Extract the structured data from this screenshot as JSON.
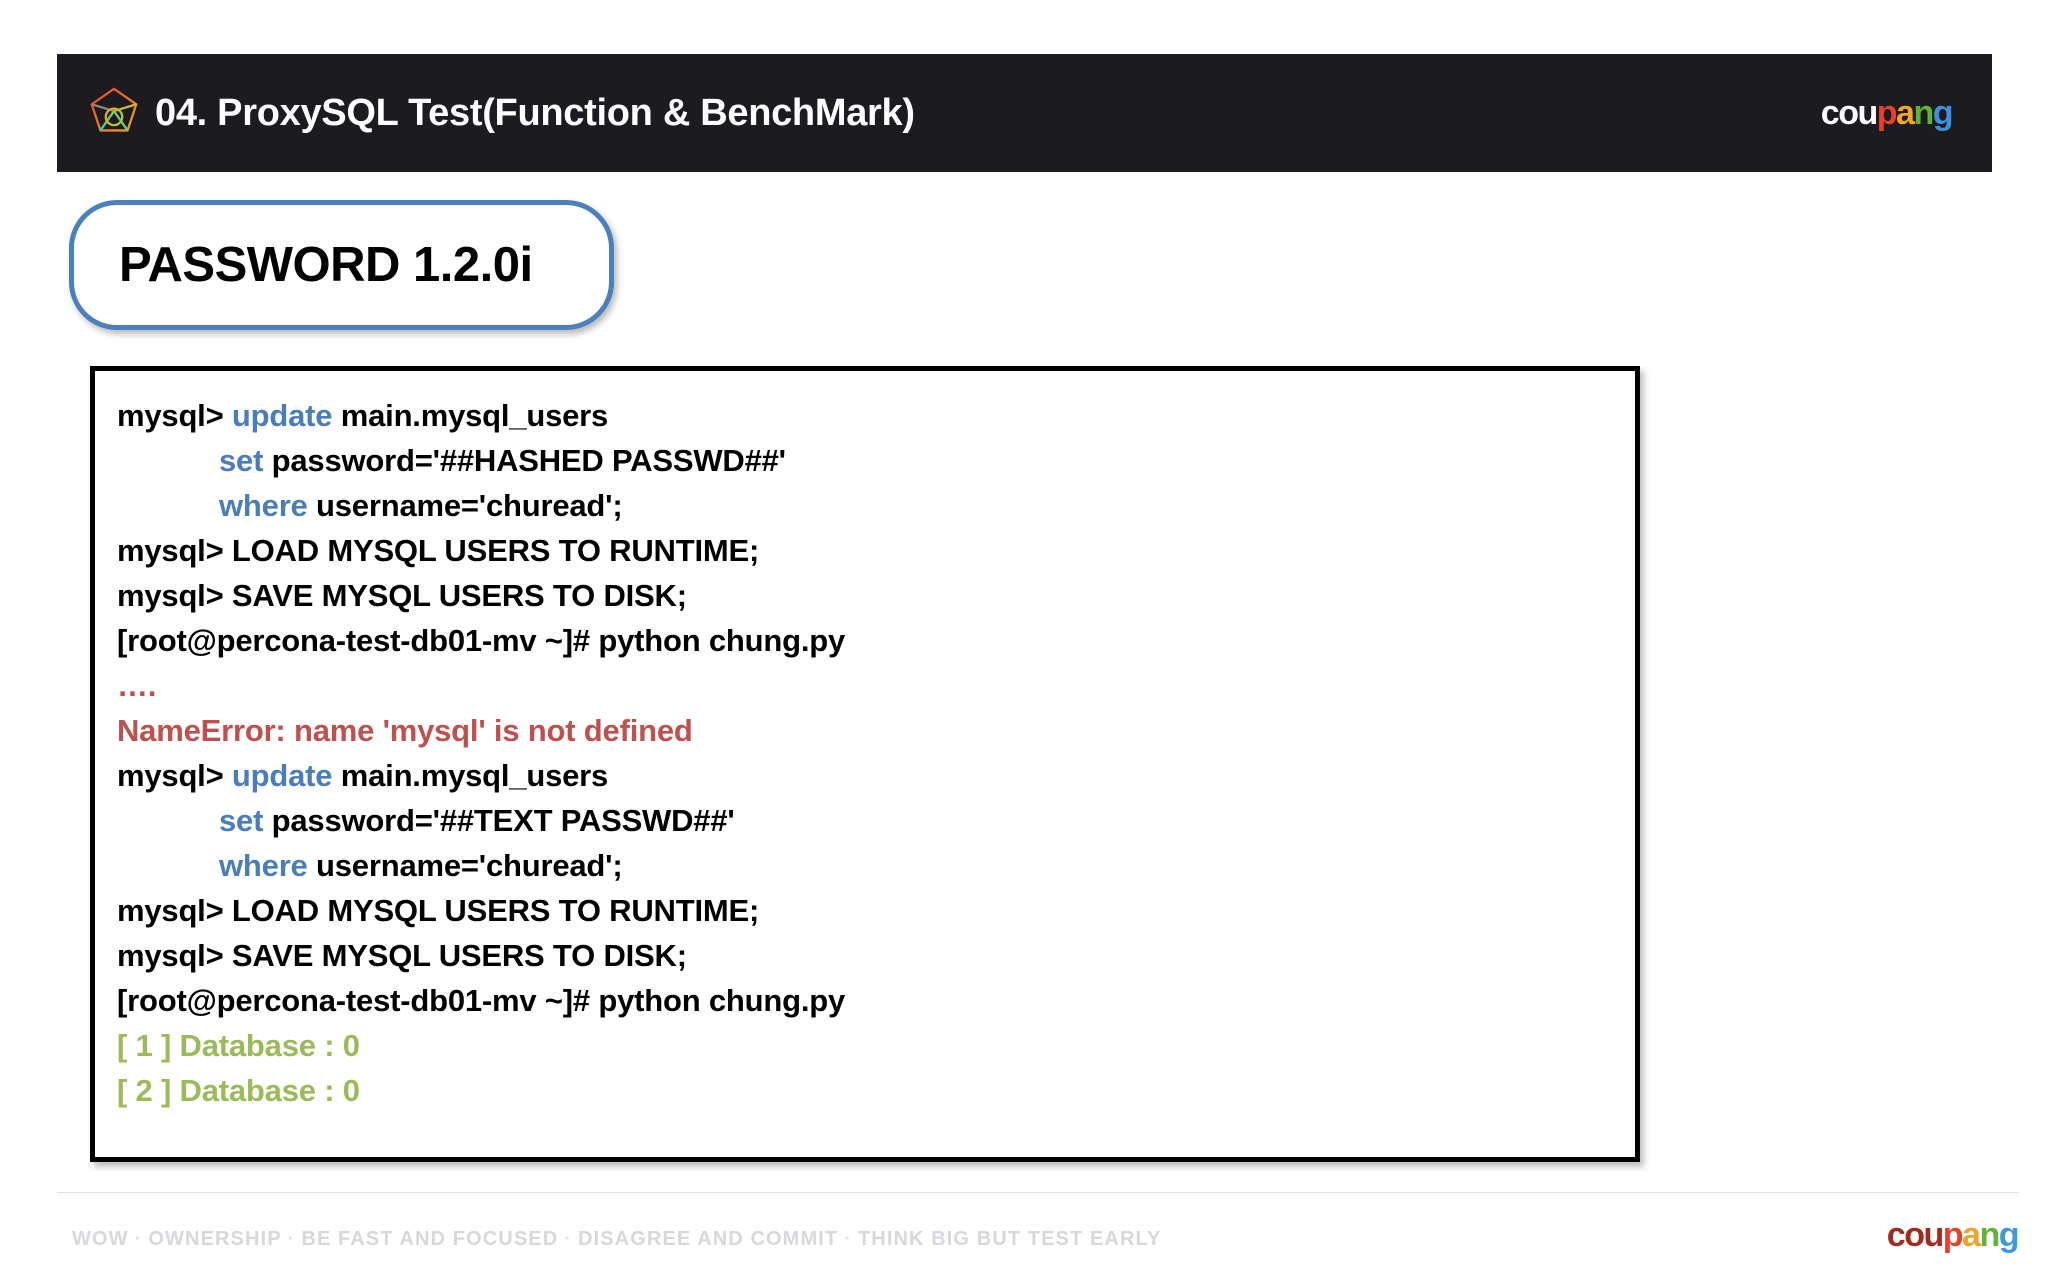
{
  "header": {
    "logo_icon": "pentagon-gradient-logo",
    "title": "04. ProxySQL Test(Function & BenchMark)",
    "bar_color": "#1b1b20",
    "brand": {
      "name": "coupang",
      "parts": [
        {
          "text": "cou",
          "color": "#ffffff"
        },
        {
          "text": "p",
          "color": "#e8402a"
        },
        {
          "text": "a",
          "color": "#f5a623"
        },
        {
          "text": "n",
          "color": "#5fb336"
        },
        {
          "text": "g",
          "color": "#3d8fe0"
        }
      ]
    }
  },
  "title_pill": {
    "text": "PASSWORD 1.2.0i",
    "border_color": "#4a80bd"
  },
  "code_block": {
    "keyword_color": "#4a7ebb",
    "error_color": "#c0504d",
    "success_color": "#9bbb59",
    "lines": [
      {
        "indent": false,
        "style": "normal",
        "segments": [
          {
            "t": "mysql> ",
            "c": "plain"
          },
          {
            "t": "update",
            "c": "kw"
          },
          {
            "t": " main.mysql_users",
            "c": "plain"
          }
        ]
      },
      {
        "indent": true,
        "style": "normal",
        "segments": [
          {
            "t": "set",
            "c": "kw"
          },
          {
            "t": " password='##HASHED PASSWD##'",
            "c": "plain"
          }
        ]
      },
      {
        "indent": true,
        "style": "normal",
        "segments": [
          {
            "t": "where",
            "c": "kw"
          },
          {
            "t": " username='churead';",
            "c": "plain"
          }
        ]
      },
      {
        "indent": false,
        "style": "normal",
        "segments": [
          {
            "t": "mysql> LOAD MYSQL USERS TO RUNTIME;",
            "c": "plain"
          }
        ]
      },
      {
        "indent": false,
        "style": "normal",
        "segments": [
          {
            "t": "mysql> SAVE MYSQL USERS TO DISK;",
            "c": "plain"
          }
        ]
      },
      {
        "indent": false,
        "style": "normal",
        "segments": [
          {
            "t": "[root@percona-test-db01-mv ~]# python chung.py",
            "c": "plain"
          }
        ]
      },
      {
        "indent": false,
        "style": "error",
        "segments": [
          {
            "t": "….",
            "c": "plain"
          }
        ]
      },
      {
        "indent": false,
        "style": "error",
        "segments": [
          {
            "t": "NameError: name 'mysql' is not defined",
            "c": "plain"
          }
        ]
      },
      {
        "indent": false,
        "style": "normal",
        "segments": [
          {
            "t": "mysql> ",
            "c": "plain"
          },
          {
            "t": "update",
            "c": "kw"
          },
          {
            "t": " main.mysql_users",
            "c": "plain"
          }
        ]
      },
      {
        "indent": true,
        "style": "normal",
        "segments": [
          {
            "t": "set",
            "c": "kw"
          },
          {
            "t": " password='##TEXT PASSWD##'",
            "c": "plain"
          }
        ]
      },
      {
        "indent": true,
        "style": "normal",
        "segments": [
          {
            "t": "where",
            "c": "kw"
          },
          {
            "t": " username='churead';",
            "c": "plain"
          }
        ]
      },
      {
        "indent": false,
        "style": "normal",
        "segments": [
          {
            "t": "mysql> LOAD MYSQL USERS TO RUNTIME;",
            "c": "plain"
          }
        ]
      },
      {
        "indent": false,
        "style": "normal",
        "segments": [
          {
            "t": "mysql> SAVE MYSQL USERS TO DISK;",
            "c": "plain"
          }
        ]
      },
      {
        "indent": false,
        "style": "normal",
        "segments": [
          {
            "t": "[root@percona-test-db01-mv ~]# python chung.py",
            "c": "plain"
          }
        ]
      },
      {
        "indent": false,
        "style": "success",
        "segments": [
          {
            "t": "[ 1 ] Database : 0",
            "c": "plain"
          }
        ]
      },
      {
        "indent": false,
        "style": "success",
        "segments": [
          {
            "t": "[ 2 ] Database : 0",
            "c": "plain"
          }
        ]
      }
    ]
  },
  "footer": {
    "values": [
      "WOW",
      "OWNERSHIP",
      "BE FAST AND FOCUSED",
      "DISAGREE AND COMMIT",
      "THINK BIG BUT TEST EARLY"
    ],
    "separator": "·",
    "brand": {
      "name": "coupang",
      "parts": [
        {
          "text": "cou",
          "color": "#a52a1e"
        },
        {
          "text": "p",
          "color": "#e8402a"
        },
        {
          "text": "a",
          "color": "#f0a22e"
        },
        {
          "text": "n",
          "color": "#63b33b"
        },
        {
          "text": "g",
          "color": "#3d9ae0"
        }
      ]
    }
  }
}
